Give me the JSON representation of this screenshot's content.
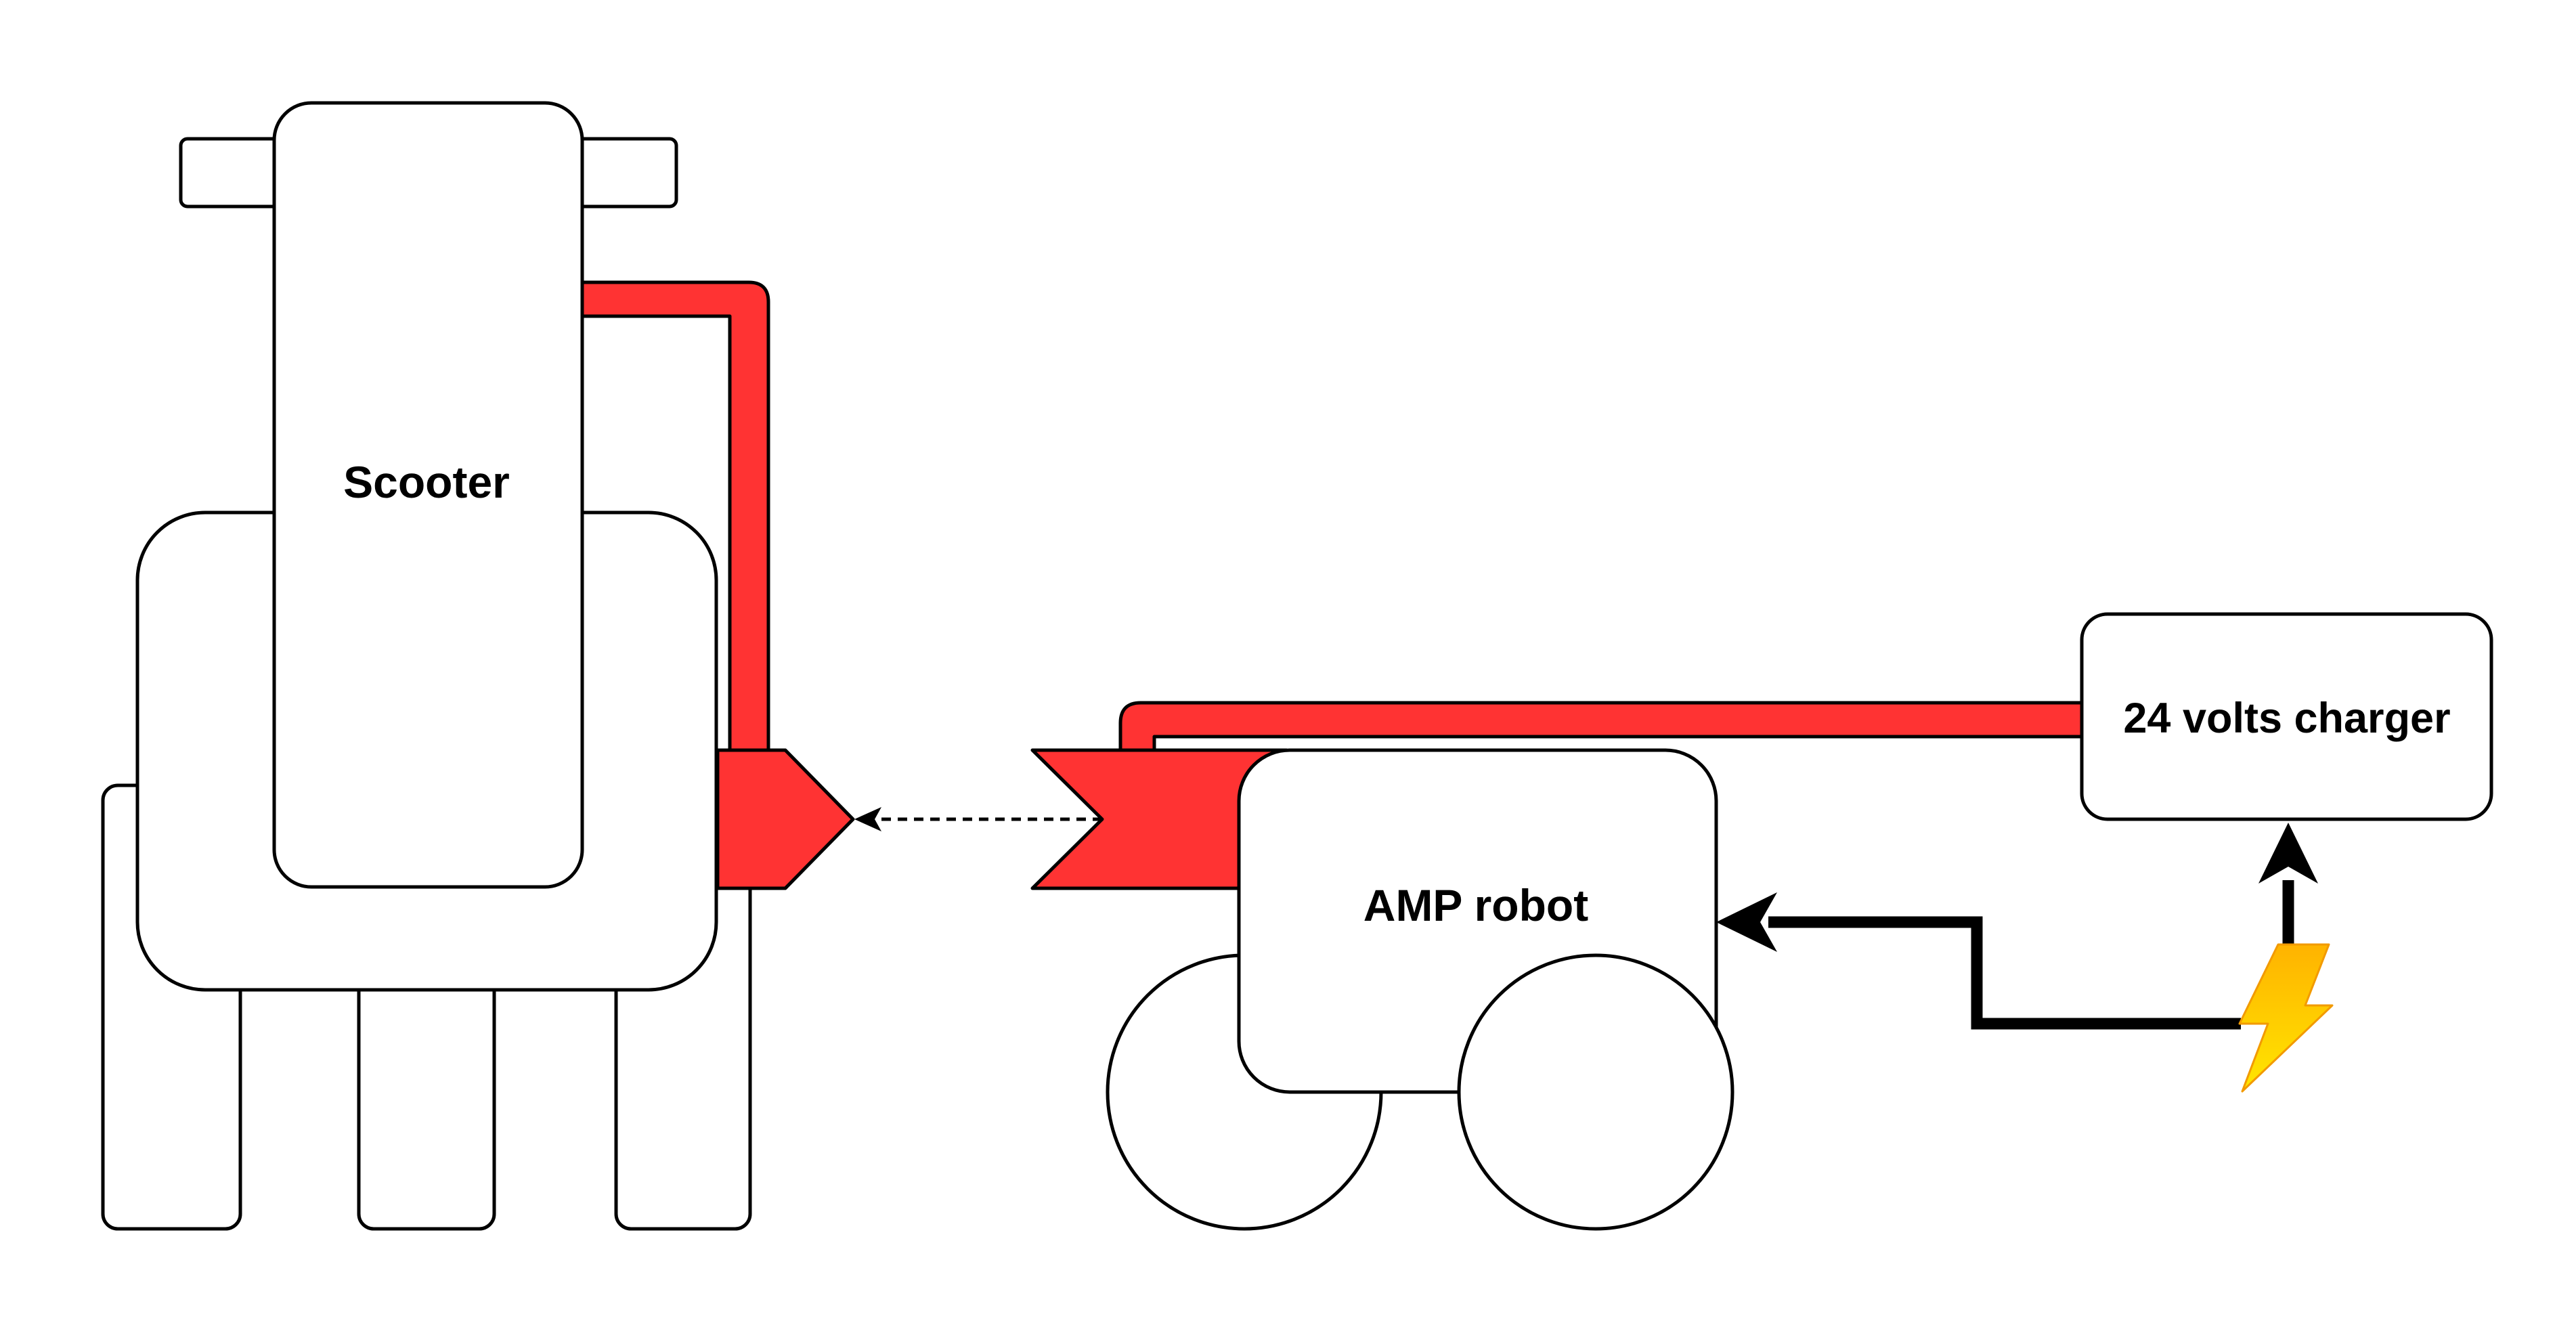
{
  "diagram": {
    "labels": {
      "scooter": "Scooter",
      "robot": "AMP robot",
      "charger": "24 volts charger"
    },
    "colors": {
      "cable": "#ff3333",
      "stroke": "#000000",
      "fill": "#ffffff",
      "bolt_top": "#ffb300",
      "bolt_bottom": "#ffe600"
    },
    "icons": {
      "power_source": "lightning-bolt-icon"
    }
  }
}
